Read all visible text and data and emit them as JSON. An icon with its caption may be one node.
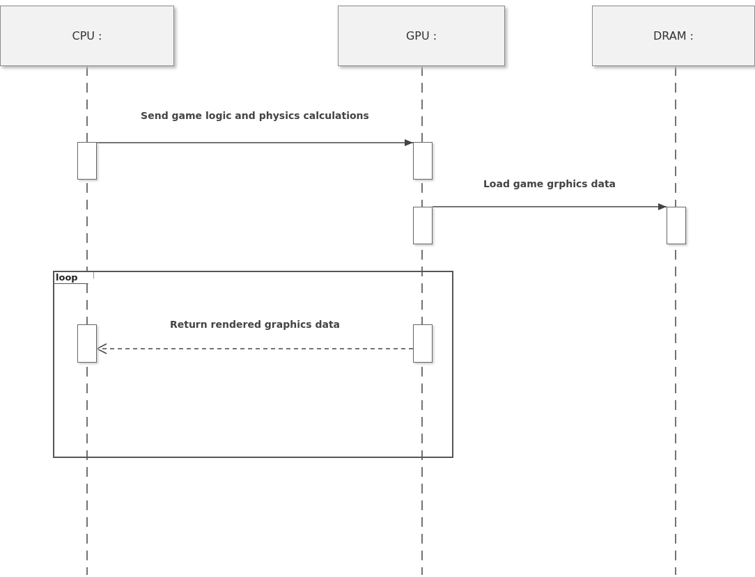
{
  "diagram": {
    "nodes": [
      {
        "text": [
          "CPU :"
        ]
      },
      {
        "text": [
          "GPU :"
        ]
      },
      {
        "text": [
          "DRAM :"
        ]
      },
      {
        "text": [],
        "shape": "box"
      },
      {
        "text": [],
        "shape": "box"
      },
      {
        "text": [],
        "shape": "box"
      },
      {
        "text": [],
        "shape": "box"
      },
      {
        "text": [
          "loop"
        ]
      },
      {
        "text": [],
        "shape": "box",
        "in": 7
      },
      {
        "text": [],
        "shape": "box",
        "in": 7
      }
    ],
    "edges": [
      {
        "from": 0,
        "to": null,
        "arrow": "none",
        "style": "dashed"
      },
      {
        "from": 1,
        "to": null,
        "arrow": "none",
        "style": "dashed"
      },
      {
        "from": 2,
        "to": null,
        "arrow": "none",
        "style": "dashed"
      },
      {
        "from": 3,
        "to": 4,
        "arrow": "to",
        "label": "Send game logic and physics calculations"
      },
      {
        "from": 5,
        "to": 6,
        "arrow": "to",
        "label": "Load game grphics data"
      },
      {
        "from": 9,
        "to": 8,
        "arrow": "to",
        "label": "Return rendered graphics data",
        "style": "dashed"
      }
    ]
  }
}
